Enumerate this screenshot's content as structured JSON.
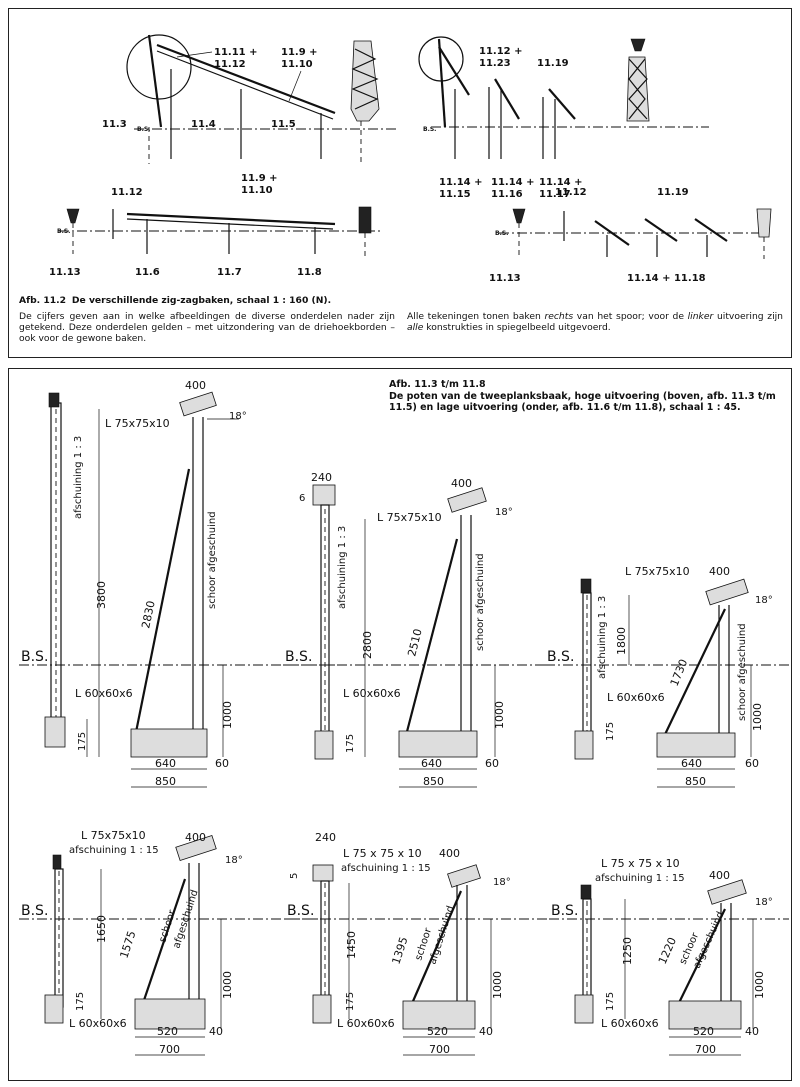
{
  "top": {
    "labels": {
      "l_11_11": "11.11 +",
      "l_11_12a": "11.12",
      "l_11_9a": "11.9 +",
      "l_11_10a": "11.10",
      "l_11_3": "11.3",
      "l_11_4": "11.4",
      "l_11_5": "11.5",
      "l_11_12b": "11.12",
      "l_11_9b": "11.9 +",
      "l_11_10b": "11.10",
      "l_11_13a": "11.13",
      "l_11_6": "11.6",
      "l_11_7": "11.7",
      "l_11_8": "11.8",
      "l_11_12c": "11.12 +",
      "l_11_23": "11.23",
      "l_11_19a": "11.19",
      "l_11_14a": "11.14 +",
      "l_11_15": "11.15",
      "l_11_14b": "11.14 +",
      "l_11_16": "11.16",
      "l_11_14c": "11.14 +",
      "l_11_17": "11.17",
      "l_11_12d": "11.12",
      "l_11_19b": "11.19",
      "l_11_13b": "11.13",
      "l_11_14_18": "11.14 + 11.18",
      "bs_small1": "B.S.",
      "bs_small2": "B.S.",
      "bs_small3": "B.S.",
      "bs_small4": "B.S."
    },
    "caption_title_prefix": "Afb. 11.2",
    "caption_title_rest": "De verschillende zig-zagbaken, schaal 1 : 160 (N).",
    "caption_left": "De cijfers geven aan in welke afbeeldingen de diverse onderdelen nader zijn getekend. Deze onderdelen gelden – met uitzondering van de driehoekborden – ook voor de gewone baken.",
    "caption_right_1": "Alle tekeningen tonen baken ",
    "caption_right_2": "rechts",
    "caption_right_3": " van het spoor; voor de ",
    "caption_right_4": "linker",
    "caption_right_5": " uitvoering zijn ",
    "caption_right_6": "alle",
    "caption_right_7": " konstrukties in spiegelbeeld uitgevoerd."
  },
  "bottom": {
    "caption_line1": "Afb. 11.3 t/m 11.8",
    "caption_line2": "De poten van de tweeplanksbaak, hoge uitvoering (boven, afb. 11.3 t/m 11.5) en lage uitvoering (onder, afb. 11.6 t/m 11.8), schaal 1 : 45.",
    "d1": {
      "top": "400",
      "angle": "18°",
      "profile": "L 75x75x10",
      "slope": "afschuining 1 : 3",
      "h": "3800",
      "diag": "2830",
      "brace": "schoor afgeschuind",
      "bs": "B.S.",
      "foot": "L 60x60x6",
      "h2": "1000",
      "low": "175",
      "w1": "640",
      "w2": "60",
      "w3": "850"
    },
    "d2": {
      "w0": "240",
      "t": "6",
      "top": "400",
      "angle": "18°",
      "profile": "L 75x75x10",
      "slope": "afschuining 1 : 3",
      "h": "2800",
      "diag": "2510",
      "brace": "schoor afgeschuind",
      "bs": "B.S.",
      "foot": "L 60x60x6",
      "h2": "1000",
      "low": "175",
      "w1": "640",
      "w2": "60",
      "w3": "850"
    },
    "d3": {
      "top": "400",
      "angle": "18°",
      "profile": "L 75x75x10",
      "slope": "afschuining 1 : 3",
      "h": "1800",
      "diag": "1730",
      "brace": "schoor afgeschuind",
      "bs": "B.S.",
      "foot": "L 60x60x6",
      "h2": "1000",
      "low": "175",
      "w1": "640",
      "w2": "60",
      "w3": "850"
    },
    "d4": {
      "top": "400",
      "angle": "18°",
      "profile": "L 75x75x10",
      "slope": "afschuining 1 : 15",
      "h": "1650",
      "diag": "1575",
      "brace1": "schoor",
      "brace2": "afgeschuind",
      "bs": "B.S.",
      "foot": "L 60x60x6",
      "h2": "1000",
      "low": "175",
      "w1": "520",
      "w2": "40",
      "w3": "700"
    },
    "d5": {
      "w0": "240",
      "t": "5",
      "top": "400",
      "angle": "18°",
      "profile": "L 75 x 75 x 10",
      "slope": "afschuining 1 : 15",
      "h": "1450",
      "diag": "1395",
      "brace1": "schoor",
      "brace2": "afgeschuind",
      "bs": "B.S.",
      "foot": "L 60x60x6",
      "h2": "1000",
      "low": "175",
      "w1": "520",
      "w2": "40",
      "w3": "700"
    },
    "d6": {
      "top": "400",
      "angle": "18°",
      "profile": "L 75 x 75 x 10",
      "slope": "afschuining 1 : 15",
      "h": "1250",
      "diag": "1220",
      "brace1": "schoor",
      "brace2": "afgeschuind",
      "bs": "B.S.",
      "foot": "L 60x60x6",
      "h2": "1000",
      "low": "175",
      "w1": "520",
      "w2": "40",
      "w3": "700"
    }
  }
}
